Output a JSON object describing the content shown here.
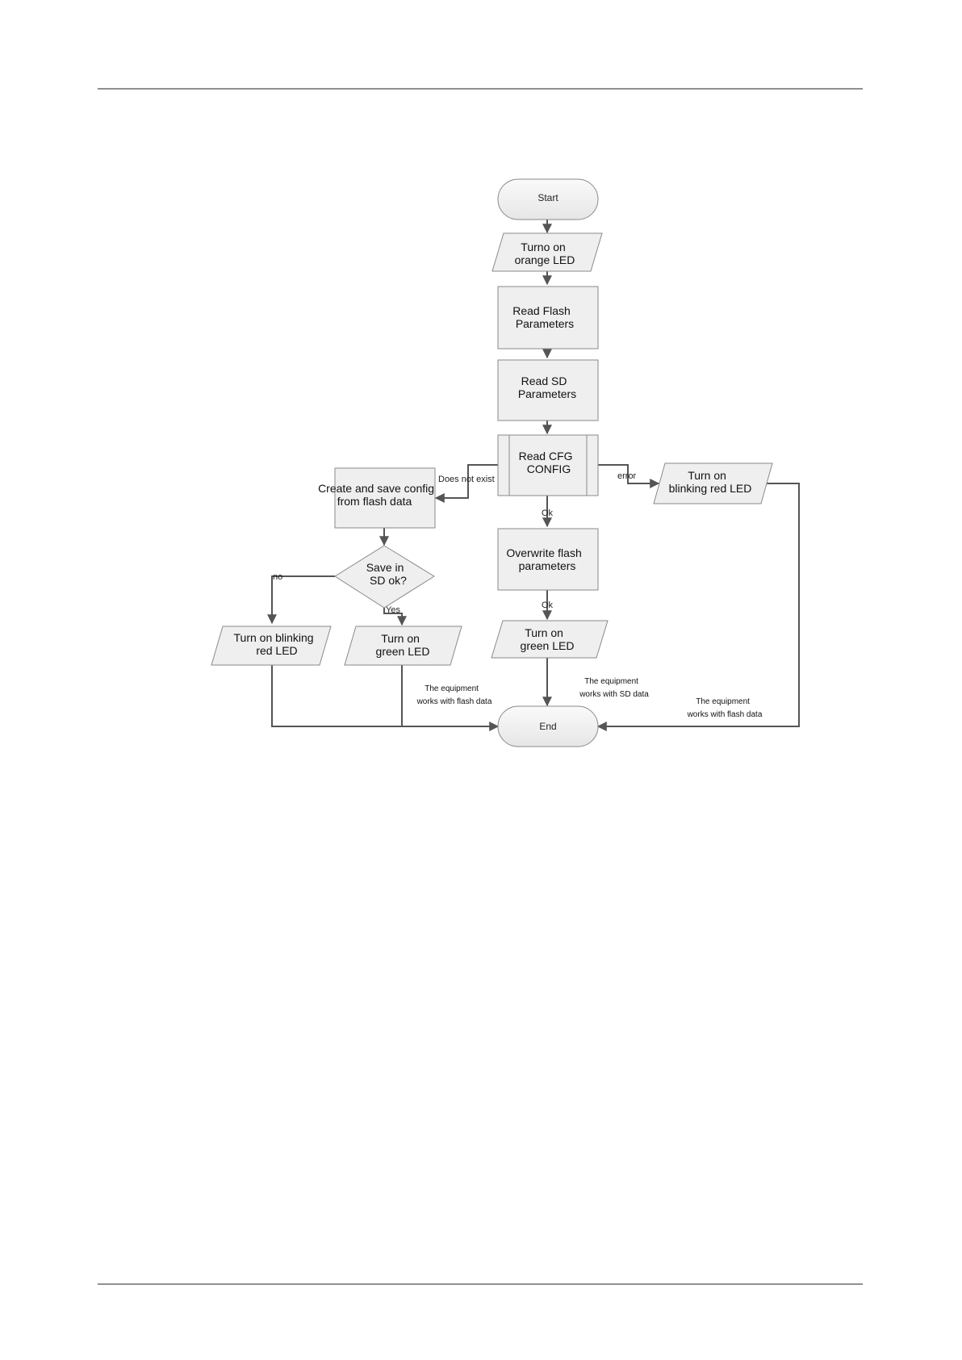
{
  "diagram": {
    "nodes": {
      "start": {
        "lines": [
          "Start"
        ]
      },
      "orange_led": {
        "lines": [
          "Turno on",
          "orange LED"
        ]
      },
      "read_flash": {
        "lines": [
          "Read Flash",
          "Parameters"
        ]
      },
      "read_sd": {
        "lines": [
          "Read SD",
          "Parameters"
        ]
      },
      "read_cfg": {
        "lines": [
          "Read CFG",
          "CONFIG"
        ]
      },
      "create_config": {
        "lines": [
          "Create and save config",
          "from flash data"
        ]
      },
      "save_sd_ok": {
        "lines": [
          "Save in",
          "SD ok?"
        ]
      },
      "blinking_red_left": {
        "lines": [
          "Turn on blinking",
          "red LED"
        ]
      },
      "green_left": {
        "lines": [
          "Turn on",
          "green LED"
        ]
      },
      "overwrite_flash": {
        "lines": [
          "Overwrite flash",
          "parameters"
        ]
      },
      "green_center": {
        "lines": [
          "Turn on",
          "green LED"
        ]
      },
      "blinking_red_right": {
        "lines": [
          "Turn on",
          "blinking red LED"
        ]
      },
      "end": {
        "lines": [
          "End"
        ]
      }
    },
    "edge_labels": {
      "does_not_exist": "Does not exist",
      "error": "error",
      "ok_cfg": "Ok",
      "ok_overwrite": "Ok",
      "no": "no",
      "yes": "Yes"
    },
    "notes": {
      "left": [
        "The equipment",
        "works with flash data"
      ],
      "center": [
        "The equipment",
        "works with SD data"
      ],
      "right": [
        "The equipment",
        "works with flash data"
      ]
    }
  }
}
